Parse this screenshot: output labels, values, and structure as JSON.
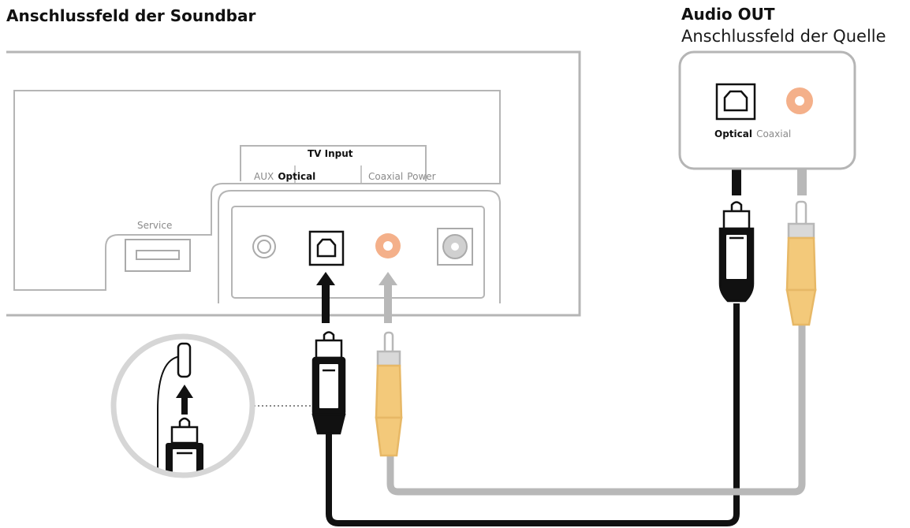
{
  "soundbar": {
    "title": "Anschlussfeld der Soundbar",
    "tv_input_label": "TV Input",
    "aux_label": "AUX",
    "optical_label": "Optical",
    "coaxial_label": "Coaxial",
    "power_label": "Power",
    "service_label": "Service"
  },
  "source": {
    "title": "Audio OUT",
    "subtitle": "Anschlussfeld der Quelle",
    "optical_label": "Optical",
    "coaxial_label": "Coaxial"
  },
  "colors": {
    "outline": "#b5b5b5",
    "cable_black": "#111111",
    "cable_gray": "#b8b8b8",
    "rca_plug": "#f3c97a",
    "coax_port": "#f4b08a"
  }
}
